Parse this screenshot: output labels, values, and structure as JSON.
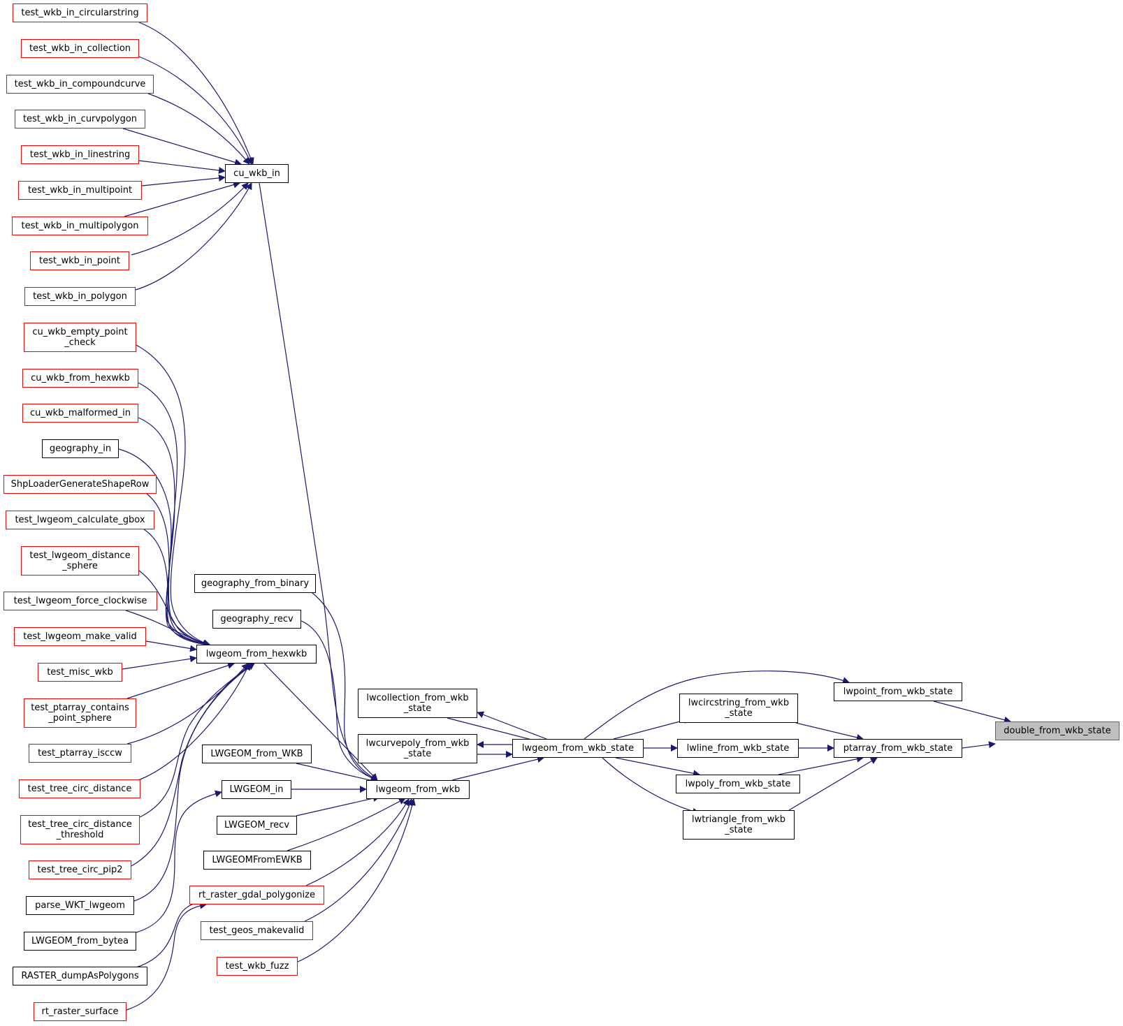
{
  "colors": {
    "edge": "#191970",
    "internal_border": "#000000",
    "external_border": "#ff0000",
    "focus_fill": "#bfbfbf"
  },
  "nodes": {
    "double_from_wkb_state": {
      "label": "double_from_wkb_state",
      "style": "focus"
    },
    "lwpoint_from_wkb_state": {
      "label": "lwpoint_from_wkb_state",
      "style": "black"
    },
    "ptarray_from_wkb_state": {
      "label": "ptarray_from_wkb_state",
      "style": "black"
    },
    "lwcircstring_from_wkb_state": {
      "label": "lwcircstring_from_wkb\n_state",
      "style": "black"
    },
    "lwline_from_wkb_state": {
      "label": "lwline_from_wkb_state",
      "style": "black"
    },
    "lwpoly_from_wkb_state": {
      "label": "lwpoly_from_wkb_state",
      "style": "black"
    },
    "lwtriangle_from_wkb_state": {
      "label": "lwtriangle_from_wkb\n_state",
      "style": "black"
    },
    "lwgeom_from_wkb_state": {
      "label": "lwgeom_from_wkb_state",
      "style": "black"
    },
    "lwcollection_from_wkb_state": {
      "label": "lwcollection_from_wkb\n_state",
      "style": "black"
    },
    "lwcurvepoly_from_wkb_state": {
      "label": "lwcurvepoly_from_wkb\n_state",
      "style": "black"
    },
    "lwgeom_from_wkb": {
      "label": "lwgeom_from_wkb",
      "style": "black"
    },
    "cu_wkb_in": {
      "label": "cu_wkb_in",
      "style": "black"
    },
    "lwgeom_from_hexwkb": {
      "label": "lwgeom_from_hexwkb",
      "style": "black"
    },
    "geography_from_binary": {
      "label": "geography_from_binary",
      "style": "black"
    },
    "geography_recv": {
      "label": "geography_recv",
      "style": "black"
    },
    "LWGEOM_from_WKB": {
      "label": "LWGEOM_from_WKB",
      "style": "black"
    },
    "LWGEOM_in": {
      "label": "LWGEOM_in",
      "style": "black"
    },
    "LWGEOM_recv": {
      "label": "LWGEOM_recv",
      "style": "black"
    },
    "LWGEOMFromEWKB": {
      "label": "LWGEOMFromEWKB",
      "style": "black"
    },
    "rt_raster_gdal_polygonize": {
      "label": "rt_raster_gdal_polygonize",
      "style": "red"
    },
    "test_geos_makevalid": {
      "label": "test_geos_makevalid",
      "style": "red"
    },
    "test_wkb_fuzz": {
      "label": "test_wkb_fuzz",
      "style": "red"
    },
    "test_wkb_in_circularstring": {
      "label": "test_wkb_in_circularstring",
      "style": "red"
    },
    "test_wkb_in_collection": {
      "label": "test_wkb_in_collection",
      "style": "red"
    },
    "test_wkb_in_compoundcurve": {
      "label": "test_wkb_in_compoundcurve",
      "style": "red"
    },
    "test_wkb_in_curvpolygon": {
      "label": "test_wkb_in_curvpolygon",
      "style": "red"
    },
    "test_wkb_in_linestring": {
      "label": "test_wkb_in_linestring",
      "style": "red"
    },
    "test_wkb_in_multipoint": {
      "label": "test_wkb_in_multipoint",
      "style": "red"
    },
    "test_wkb_in_multipolygon": {
      "label": "test_wkb_in_multipolygon",
      "style": "red"
    },
    "test_wkb_in_point": {
      "label": "test_wkb_in_point",
      "style": "red"
    },
    "test_wkb_in_polygon": {
      "label": "test_wkb_in_polygon",
      "style": "red"
    },
    "cu_wkb_empty_point_check": {
      "label": "cu_wkb_empty_point\n_check",
      "style": "red"
    },
    "cu_wkb_from_hexwkb": {
      "label": "cu_wkb_from_hexwkb",
      "style": "red"
    },
    "cu_wkb_malformed_in": {
      "label": "cu_wkb_malformed_in",
      "style": "red"
    },
    "geography_in": {
      "label": "geography_in",
      "style": "black"
    },
    "ShpLoaderGenerateShapeRow": {
      "label": "ShpLoaderGenerateShapeRow",
      "style": "red"
    },
    "test_lwgeom_calculate_gbox": {
      "label": "test_lwgeom_calculate_gbox",
      "style": "red"
    },
    "test_lwgeom_distance_sphere": {
      "label": "test_lwgeom_distance\n_sphere",
      "style": "red"
    },
    "test_lwgeom_force_clockwise": {
      "label": "test_lwgeom_force_clockwise",
      "style": "red"
    },
    "test_lwgeom_make_valid": {
      "label": "test_lwgeom_make_valid",
      "style": "red"
    },
    "test_misc_wkb": {
      "label": "test_misc_wkb",
      "style": "red"
    },
    "test_ptarray_contains_point_sphere": {
      "label": "test_ptarray_contains\n_point_sphere",
      "style": "red"
    },
    "test_ptarray_isccw": {
      "label": "test_ptarray_isccw",
      "style": "red"
    },
    "test_tree_circ_distance": {
      "label": "test_tree_circ_distance",
      "style": "red"
    },
    "test_tree_circ_distance_threshold": {
      "label": "test_tree_circ_distance\n_threshold",
      "style": "red"
    },
    "test_tree_circ_pip2": {
      "label": "test_tree_circ_pip2",
      "style": "red"
    },
    "parse_WKT_lwgeom": {
      "label": "parse_WKT_lwgeom",
      "style": "black"
    },
    "LWGEOM_from_bytea": {
      "label": "LWGEOM_from_bytea",
      "style": "black"
    },
    "RASTER_dumpAsPolygons": {
      "label": "RASTER_dumpAsPolygons",
      "style": "black"
    },
    "rt_raster_surface": {
      "label": "rt_raster_surface",
      "style": "red"
    }
  },
  "edges": [
    [
      "lwpoint_from_wkb_state",
      "double_from_wkb_state"
    ],
    [
      "ptarray_from_wkb_state",
      "double_from_wkb_state"
    ],
    [
      "lwcircstring_from_wkb_state",
      "ptarray_from_wkb_state"
    ],
    [
      "lwline_from_wkb_state",
      "ptarray_from_wkb_state"
    ],
    [
      "lwpoly_from_wkb_state",
      "ptarray_from_wkb_state"
    ],
    [
      "lwtriangle_from_wkb_state",
      "ptarray_from_wkb_state"
    ],
    [
      "lwgeom_from_wkb_state",
      "lwpoint_from_wkb_state"
    ],
    [
      "lwgeom_from_wkb_state",
      "lwcircstring_from_wkb_state"
    ],
    [
      "lwgeom_from_wkb_state",
      "lwline_from_wkb_state"
    ],
    [
      "lwgeom_from_wkb_state",
      "lwpoly_from_wkb_state"
    ],
    [
      "lwgeom_from_wkb_state",
      "lwtriangle_from_wkb_state"
    ],
    [
      "lwgeom_from_wkb_state",
      "lwcollection_from_wkb_state"
    ],
    [
      "lwcollection_from_wkb_state",
      "lwgeom_from_wkb_state"
    ],
    [
      "lwgeom_from_wkb_state",
      "lwcurvepoly_from_wkb_state"
    ],
    [
      "lwcurvepoly_from_wkb_state",
      "lwgeom_from_wkb_state"
    ],
    [
      "lwgeom_from_wkb",
      "lwgeom_from_wkb_state"
    ],
    [
      "cu_wkb_in",
      "lwgeom_from_wkb"
    ],
    [
      "lwgeom_from_hexwkb",
      "lwgeom_from_wkb"
    ],
    [
      "geography_from_binary",
      "lwgeom_from_wkb"
    ],
    [
      "geography_recv",
      "lwgeom_from_wkb"
    ],
    [
      "LWGEOM_from_WKB",
      "lwgeom_from_wkb"
    ],
    [
      "LWGEOM_in",
      "lwgeom_from_wkb"
    ],
    [
      "LWGEOM_recv",
      "lwgeom_from_wkb"
    ],
    [
      "LWGEOMFromEWKB",
      "lwgeom_from_wkb"
    ],
    [
      "rt_raster_gdal_polygonize",
      "lwgeom_from_wkb"
    ],
    [
      "test_geos_makevalid",
      "lwgeom_from_wkb"
    ],
    [
      "test_wkb_fuzz",
      "lwgeom_from_wkb"
    ],
    [
      "test_wkb_in_circularstring",
      "cu_wkb_in"
    ],
    [
      "test_wkb_in_collection",
      "cu_wkb_in"
    ],
    [
      "test_wkb_in_compoundcurve",
      "cu_wkb_in"
    ],
    [
      "test_wkb_in_curvpolygon",
      "cu_wkb_in"
    ],
    [
      "test_wkb_in_linestring",
      "cu_wkb_in"
    ],
    [
      "test_wkb_in_multipoint",
      "cu_wkb_in"
    ],
    [
      "test_wkb_in_multipolygon",
      "cu_wkb_in"
    ],
    [
      "test_wkb_in_point",
      "cu_wkb_in"
    ],
    [
      "test_wkb_in_polygon",
      "cu_wkb_in"
    ],
    [
      "cu_wkb_empty_point_check",
      "lwgeom_from_hexwkb"
    ],
    [
      "cu_wkb_from_hexwkb",
      "lwgeom_from_hexwkb"
    ],
    [
      "cu_wkb_malformed_in",
      "lwgeom_from_hexwkb"
    ],
    [
      "geography_in",
      "lwgeom_from_hexwkb"
    ],
    [
      "ShpLoaderGenerateShapeRow",
      "lwgeom_from_hexwkb"
    ],
    [
      "test_lwgeom_calculate_gbox",
      "lwgeom_from_hexwkb"
    ],
    [
      "test_lwgeom_distance_sphere",
      "lwgeom_from_hexwkb"
    ],
    [
      "test_lwgeom_force_clockwise",
      "lwgeom_from_hexwkb"
    ],
    [
      "test_lwgeom_make_valid",
      "lwgeom_from_hexwkb"
    ],
    [
      "test_misc_wkb",
      "lwgeom_from_hexwkb"
    ],
    [
      "test_ptarray_contains_point_sphere",
      "lwgeom_from_hexwkb"
    ],
    [
      "test_ptarray_isccw",
      "lwgeom_from_hexwkb"
    ],
    [
      "test_tree_circ_distance",
      "lwgeom_from_hexwkb"
    ],
    [
      "test_tree_circ_distance_threshold",
      "lwgeom_from_hexwkb"
    ],
    [
      "test_tree_circ_pip2",
      "lwgeom_from_hexwkb"
    ],
    [
      "parse_WKT_lwgeom",
      "lwgeom_from_hexwkb"
    ],
    [
      "LWGEOM_from_bytea",
      "LWGEOM_in"
    ],
    [
      "RASTER_dumpAsPolygons",
      "rt_raster_gdal_polygonize"
    ],
    [
      "rt_raster_surface",
      "rt_raster_gdal_polygonize"
    ]
  ]
}
